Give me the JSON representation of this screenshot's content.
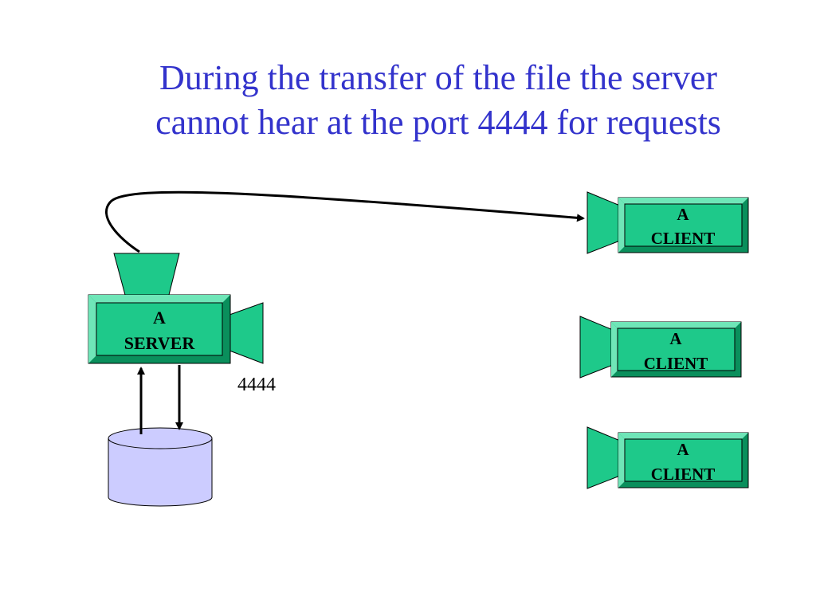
{
  "title": {
    "line1": "During the transfer of the file the server",
    "line2": "cannot hear at the port 4444 for requests"
  },
  "colors": {
    "title": "#3333cc",
    "node_fill": "#1ec98a",
    "node_edge": "#0a8f5c",
    "database_fill": "#ccccff"
  },
  "server": {
    "line1": "A",
    "line2": "SERVER",
    "port": "4444"
  },
  "clients": [
    {
      "line1": "A",
      "line2": "CLIENT"
    },
    {
      "line1": "A",
      "line2": "CLIENT"
    },
    {
      "line1": "A",
      "line2": "CLIENT"
    }
  ]
}
